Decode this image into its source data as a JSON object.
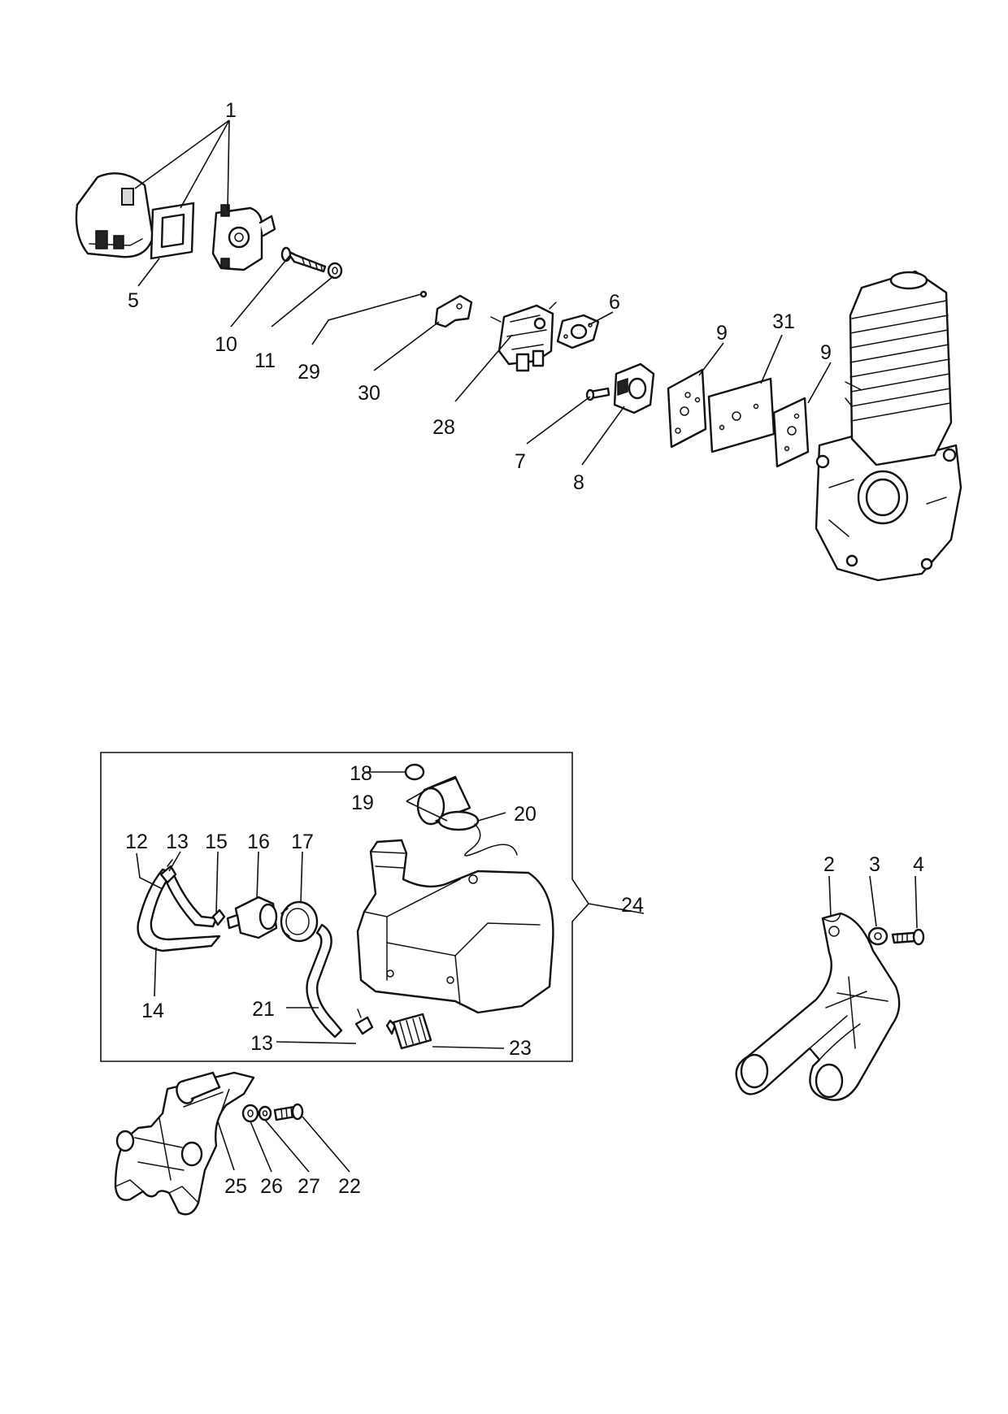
{
  "callouts": [
    {
      "id": "c1",
      "text": "1"
    },
    {
      "id": "c5",
      "text": "5"
    },
    {
      "id": "c10",
      "text": "10"
    },
    {
      "id": "c11",
      "text": "11"
    },
    {
      "id": "c29",
      "text": "29"
    },
    {
      "id": "c30",
      "text": "30"
    },
    {
      "id": "c28",
      "text": "28"
    },
    {
      "id": "c6",
      "text": "6"
    },
    {
      "id": "c7",
      "text": "7"
    },
    {
      "id": "c8",
      "text": "8"
    },
    {
      "id": "c9a",
      "text": "9"
    },
    {
      "id": "c31",
      "text": "31"
    },
    {
      "id": "c9b",
      "text": "9"
    },
    {
      "id": "c18",
      "text": "18"
    },
    {
      "id": "c19",
      "text": "19"
    },
    {
      "id": "c20",
      "text": "20"
    },
    {
      "id": "c12",
      "text": "12"
    },
    {
      "id": "c13a",
      "text": "13"
    },
    {
      "id": "c15",
      "text": "15"
    },
    {
      "id": "c16",
      "text": "16"
    },
    {
      "id": "c17",
      "text": "17"
    },
    {
      "id": "c24",
      "text": "24"
    },
    {
      "id": "c14",
      "text": "14"
    },
    {
      "id": "c21",
      "text": "21"
    },
    {
      "id": "c13b",
      "text": "13"
    },
    {
      "id": "c23",
      "text": "23"
    },
    {
      "id": "c2",
      "text": "2"
    },
    {
      "id": "c3",
      "text": "3"
    },
    {
      "id": "c4",
      "text": "4"
    },
    {
      "id": "c25",
      "text": "25"
    },
    {
      "id": "c26",
      "text": "26"
    },
    {
      "id": "c27",
      "text": "27"
    },
    {
      "id": "c22",
      "text": "22"
    }
  ]
}
